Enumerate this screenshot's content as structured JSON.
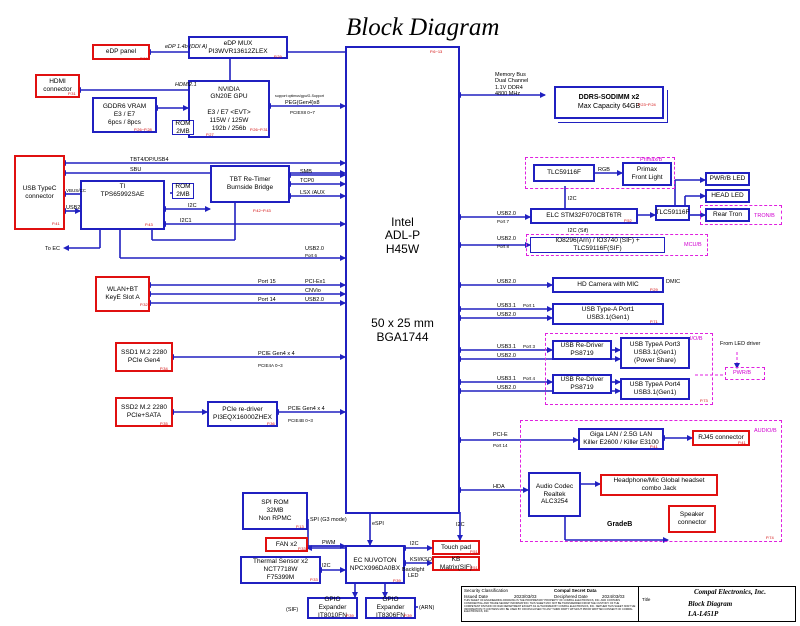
{
  "title": "Block Diagram",
  "cpu": {
    "name1": "Intel",
    "name2": "ADL-P",
    "name3": "H45W",
    "pkg1": "50 x 25 mm",
    "pkg2": "BGA1744",
    "page": "P.6~13"
  },
  "blocks": {
    "edp_panel": "eDP panel",
    "hdmi_conn": "HDMI\nconnector",
    "edp_mux": "eDP MUX\nPI3WVR13612ZLEX",
    "gpu": "NVIDIA\nGN20E GPU\n\nE3 / E7 <EVT>\n115W / 125W\n192b / 256b",
    "vram": "GDDR6 VRAM\nE3 / E7\n6pcs / 8pcs",
    "gpu_rom": "ROM\n2MB",
    "usbc": "USB TypeC\nconnector",
    "ti": "TI\nTPS65992SAE",
    "tbt": "TBT Re-Timer\nBurnside Bridge",
    "tbt_rom": "ROM\n2MB",
    "wlan": "WLAN+BT\nKeyE Slot A",
    "ssd1": "SSD1 M.2 2280\nPCIe Gen4",
    "ssd2": "SSD2 M.2 2280\nPCIe+SATA",
    "redriver": "PCIe re-driver\nPI3EQX16000ZHEX",
    "spirom": "SPI ROM\n32MB\nNon RPMC",
    "fan": "FAN x2",
    "thermal": "Thermal Sensor x2\nNCT7718W\nF75399M",
    "ec": "EC NUVOTON\nNPCX996DA0BX",
    "gpio1": "GPIO Expander\nIT8010FN",
    "gpio2": "GPIO Expander\nIT8306FN",
    "touchpad": "Touch pad",
    "kbmatrix": "KB Matrix(SIF)",
    "ddr": "DDRS-SODIMM x2",
    "ddr_cap": "Max Capacity 64GB",
    "tlc1": "TLC59116F",
    "primax": "Primax\nFront Light",
    "elc": "ELC STM32F070CBT6TR",
    "tlc2": "TLC59116F",
    "pwrled": "PWR/B LED",
    "headled": "HEAD LED",
    "reartron": "Rear Tron",
    "io8296": "IO8296(Arn) / IO3740 (SIF) + TLC59116F(SIF)",
    "hdcam": "HD Camera with MIC",
    "usba1": "USB Type-A Port1\nUSB3.1(Gen1)",
    "redrv1": "USB Re-Driver\nPS8719",
    "usba3": "USB TypeA Port3\nUSB3.1(Gen1)\n(Power Share)",
    "redrv2": "USB Re-Driver\nPS8719",
    "usba4": "USB TypeA Port4\nUSB3.1(Gen1)",
    "lan": "Giga LAN / 2.5G LAN\nKiller E2600 / Killer E3100",
    "rj45": "RJ45 connector",
    "audio": "Audio Codec\nRealtek\nALC3254",
    "headphone": "Headphone/Mic Global headset\ncombo Jack",
    "speaker": "Speaker\nconnector"
  },
  "labels": {
    "edp_link": "eDP 1.4b (DDI A)",
    "hdmi_link": "HDMI2.1",
    "peg": "PEG(Gen4)x8",
    "pcie_x8": "PCIEX8 0~7",
    "support": "support optimus/gpu/G-Support",
    "tbt4": "TBT4/DP/USB4",
    "sbu": "SBU",
    "vbus": "VBUS/CC",
    "usb2": "USB2",
    "i2c": "I2C",
    "i2c_ti": "I2C1",
    "smb": "SMB",
    "tcp": "TCP0",
    "lsx": "LSX /AUX",
    "to_ec": "To EC",
    "usb20_p6": "USB2.0",
    "port6": "Port 6",
    "port15": "Port 15",
    "pcie_x1": "PCI-Ex1",
    "cnvi": "CNVio",
    "port14": "Port 14",
    "usb20": "USB2.0",
    "pcie4x4a": "PCIE Gen4 x 4",
    "pcie4a_lanes": "PCIE4A 0~3",
    "pcie4x4b": "PCIE Gen4 x 4",
    "pcie4b_lanes": "PCIE4B 0~3",
    "spi": "SPI (G3 mode)",
    "espi": "eSPI",
    "pwm": "PWM",
    "i2c_ec": "I2C",
    "i2c2": "I2C",
    "kbc": "KSI/KSO",
    "backlight": "Backlight\nLED",
    "i2c_tp": "I2C",
    "sif": "(SIF)",
    "arn": "(ARN)",
    "membus": "Memory Bus\nDual Channel\n1.1V DDR4\n4800 MHz",
    "usb20_p7": "USB2.0",
    "port7": "Port 7",
    "usb20_p8": "USB2.0",
    "port8": "Port 8",
    "i2c_sif": "I2C (Sif)",
    "i2c_elc": "I2C",
    "rgb": "RGB",
    "dmic": "DMIC",
    "usb20_p9": "USB2.0",
    "usb31_p1": "USB3.1",
    "usb20_p1": "USB2.0",
    "port1": "Port 1",
    "usb31_p3": "USB3.1",
    "usb20_p3": "USB2.0",
    "port3": "Port 3",
    "usb31_p4": "USB3.1",
    "usb20_p4": "USB2.0",
    "port4": "Port 4",
    "pcie": "PCI-E",
    "port14b": "Port 14",
    "hda": "HDA",
    "from_led": "From LED driver",
    "pwrb": "PWR/B"
  },
  "dashed": {
    "primax_grp": "Primax/B",
    "tron": "TRON/B",
    "mcu": "MCU/B",
    "io": "I/O/B",
    "audio_grp": "AUDIO/B",
    "gradeb": "GradeB"
  },
  "pages": {
    "edp": "P.30",
    "hdmi": "P.31",
    "mux": "P.29",
    "gpu": "P.26~P.31",
    "vram": "P.26~P.28",
    "rom": "P.27",
    "usbc": "P.41",
    "ti": "P.43",
    "tbt": "P.42~P.43",
    "wlan": "P.32",
    "ssd1": "P.34",
    "ssd2": "P.35",
    "redrv": "P.36",
    "spirom": "P.13",
    "fan": "P.33",
    "thermal": "P.33",
    "ec": "P.39",
    "gpio": "P.39",
    "tp": "P.51",
    "kb": "P.51",
    "ddr": "P.23~P.24",
    "elc": "P.52",
    "cam": "P.29",
    "usba": "P.71",
    "io": "P.73",
    "lan": "P.41",
    "rj": "P.41",
    "audio": "P.74"
  },
  "footer": {
    "security": "Security Classification",
    "secret": "Compal Secret Data",
    "issued": "Issued Date",
    "issued_val": "2023/03/03",
    "deciphered": "Deciphered Date",
    "deciphered_val": "2024/03/03",
    "company": "Compal Electronics, Inc.",
    "title_lbl": "Title",
    "doc_title": "Block Diagram",
    "model": "LA-L451P",
    "disclaimer": "THIS SHEET OF ENGINEERING DRAWING IS THE PROPRIETARY PROPERTY OF COMPAL ELECTRONICS, INC. AND CONTAINS CONFIDENTIAL AND TRADE SECRET INFORMATION. THIS SHEET MAY NOT BE TRANSFERRED FROM THE CUSTODY OF THE COMPETENT DIVISION OF R&D DEPARTMENT EXCEPT AS AUTHORIZED BY COMPAL ELECTRONICS, INC. NEITHER THIS SHEET NOR THE INFORMATION IT CONTAINS MAY BE USED BY OR DISCLOSED TO ANY THIRD PARTY WITHOUT PRIOR WRITTEN CONSENT OF COMPAL ELECTRONICS, INC."
  }
}
